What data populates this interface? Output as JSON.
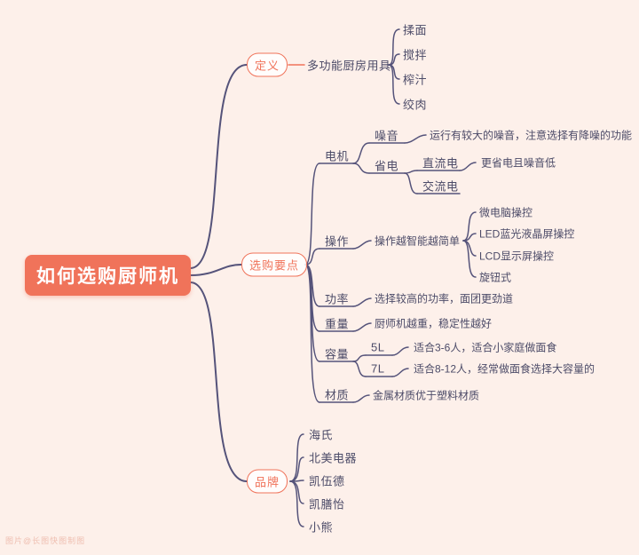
{
  "colors": {
    "bg": "#fdf0ea",
    "accent": "#f0735a",
    "text": "#4c4b68",
    "line": "#55537a"
  },
  "watermark": "图片@长图快图制图",
  "root": {
    "label": "如何选购厨师机"
  },
  "branches": {
    "definition": {
      "label": "定义",
      "tool": "多功能厨房用具",
      "functions": [
        "揉面",
        "搅拌",
        "榨汁",
        "绞肉"
      ]
    },
    "points": {
      "label": "选购要点",
      "motor": {
        "label": "电机",
        "noise": {
          "label": "噪音",
          "desc": "运行有较大的噪音，注意选择有降噪的功能"
        },
        "saving": {
          "label": "省电",
          "dc": {
            "label": "直流电",
            "desc": "更省电且噪音低"
          },
          "ac": {
            "label": "交流电"
          }
        }
      },
      "operation": {
        "label": "操作",
        "desc": "操作越智能越简单",
        "modes": [
          "微电脑操控",
          "LED蓝光液晶屏操控",
          "LCD显示屏操控",
          "旋钮式"
        ]
      },
      "power": {
        "label": "功率",
        "desc": "选择较高的功率，面团更劲道"
      },
      "weight": {
        "label": "重量",
        "desc": "厨师机越重，稳定性越好"
      },
      "capacity": {
        "label": "容量",
        "l5": {
          "label": "5L",
          "desc": "适合3-6人，适合小家庭做面食"
        },
        "l7": {
          "label": "7L",
          "desc": "适合8-12人，经常做面食选择大容量的"
        }
      },
      "material": {
        "label": "材质",
        "desc": "金属材质优于塑料材质"
      }
    },
    "brands": {
      "label": "品牌",
      "items": [
        "海氏",
        "北美电器",
        "凯伍德",
        "凯膳怡",
        "小熊"
      ]
    }
  }
}
